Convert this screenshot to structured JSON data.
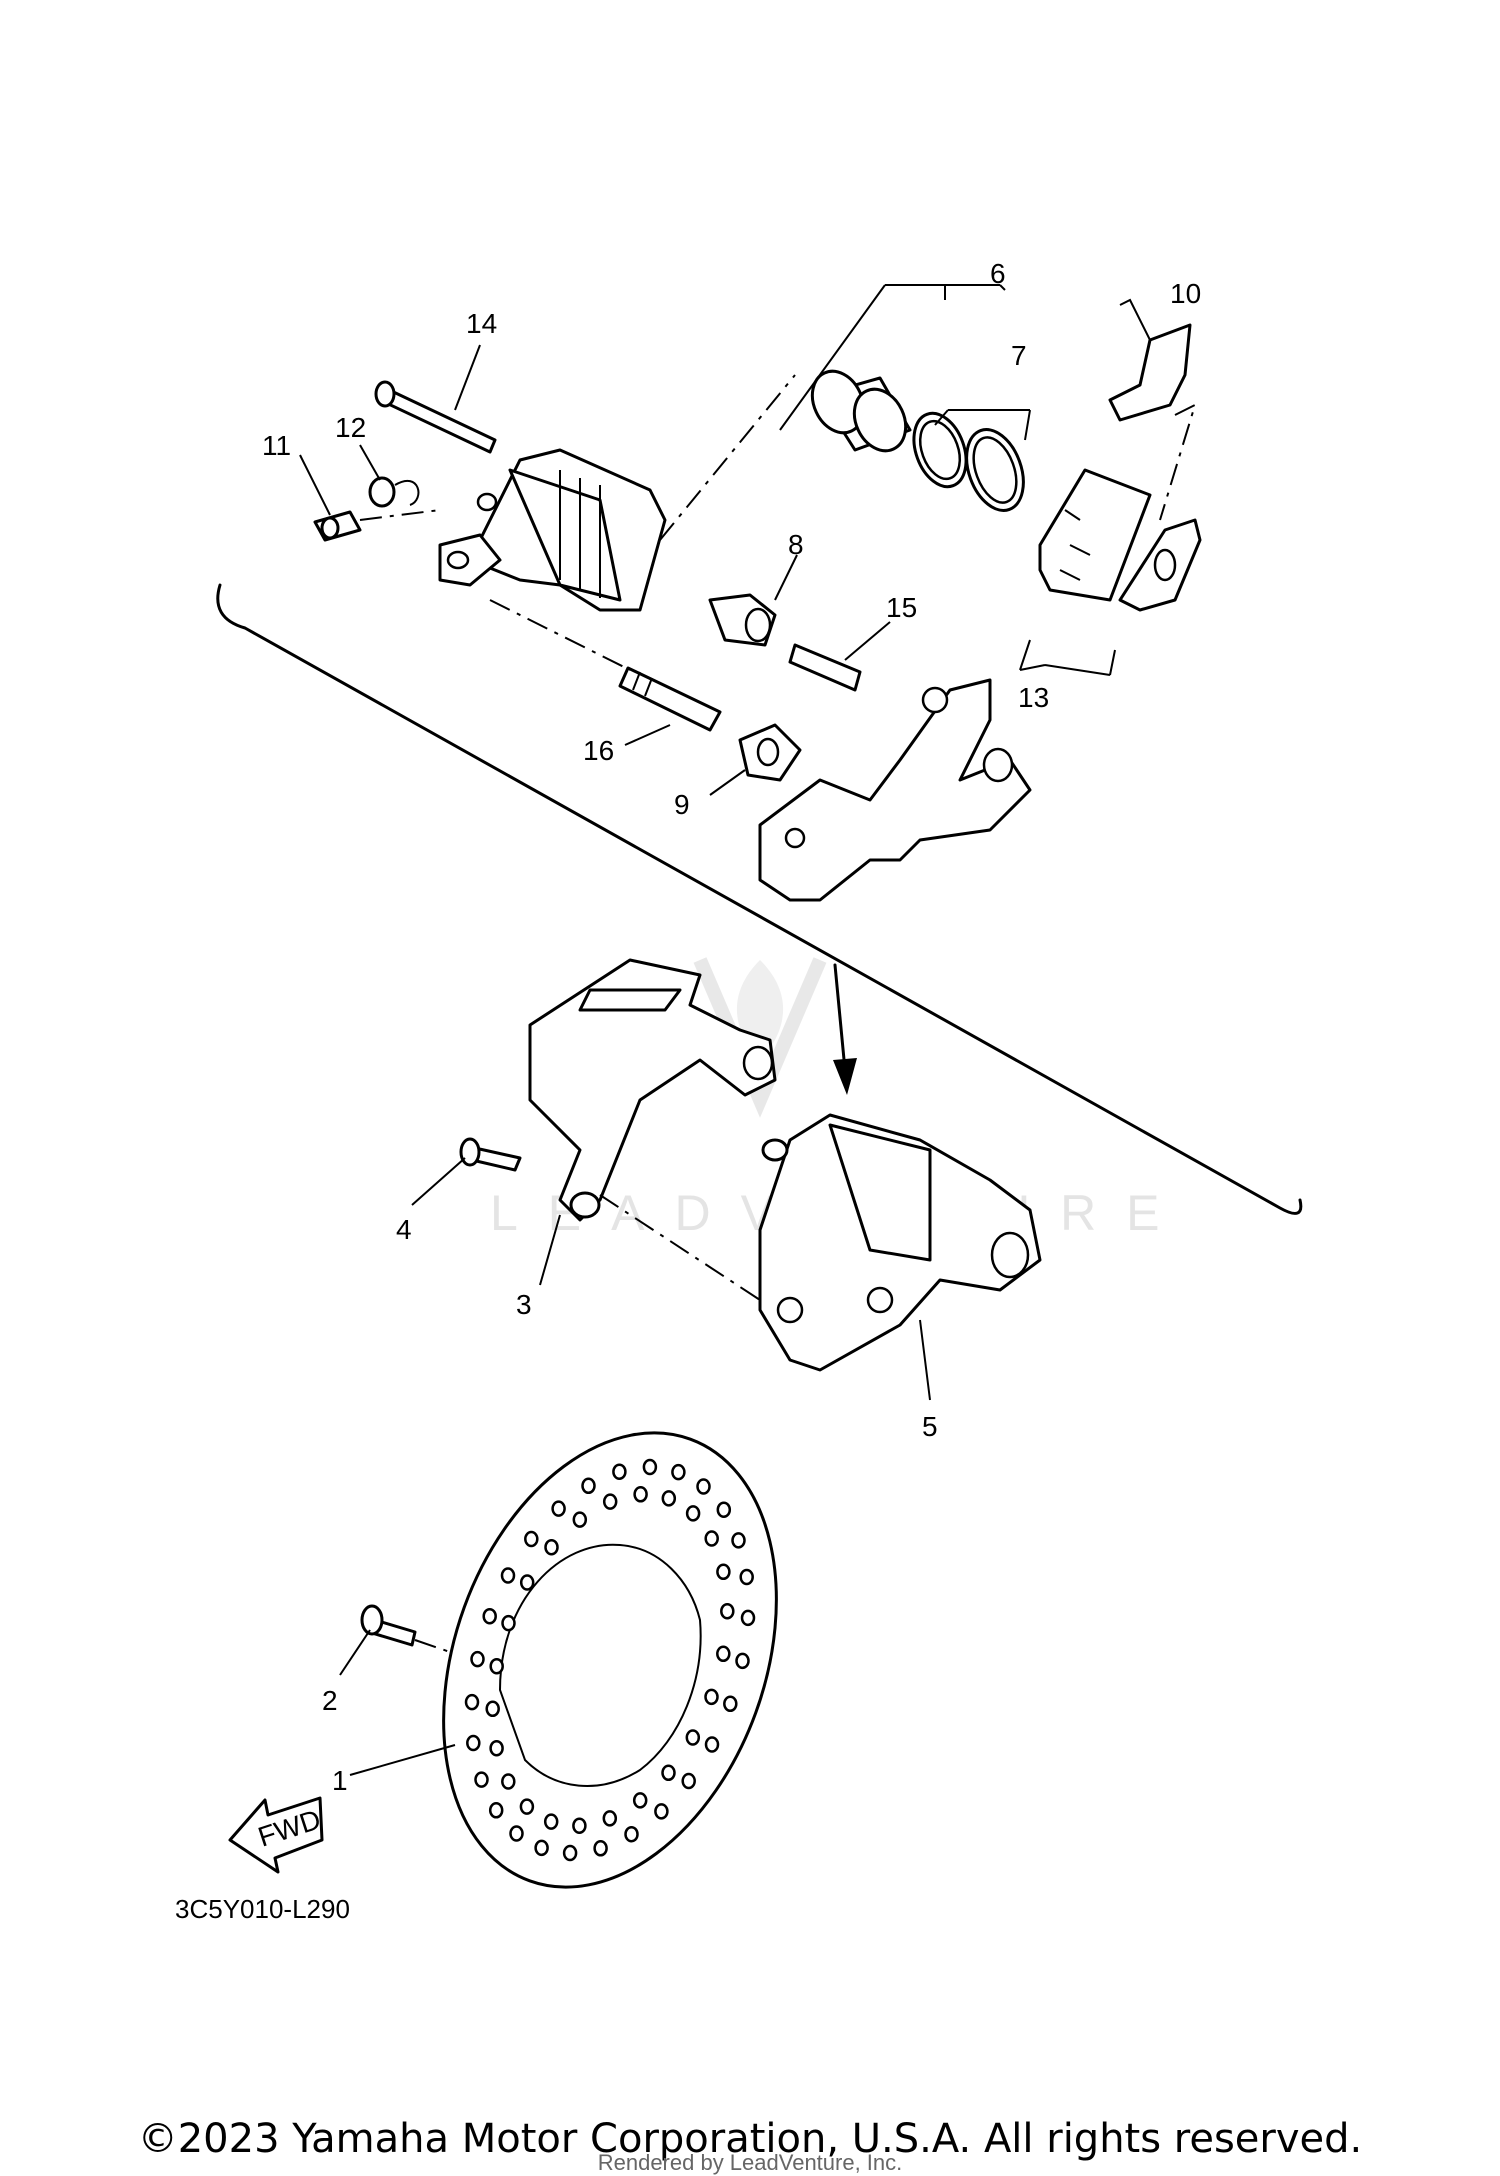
{
  "diagram": {
    "callouts": [
      "1",
      "2",
      "3",
      "4",
      "5",
      "6",
      "7",
      "8",
      "9",
      "10",
      "11",
      "12",
      "13",
      "14",
      "15",
      "16"
    ],
    "fwd_label": "FWD",
    "diagram_code": "3C5Y010-L290",
    "watermark": "LEADVENTURE"
  },
  "footer": {
    "copyright": "©2023 Yamaha Motor Corporation, U.S.A. All rights reserved.",
    "rendered_by": "Rendered by LeadVenture, Inc."
  }
}
